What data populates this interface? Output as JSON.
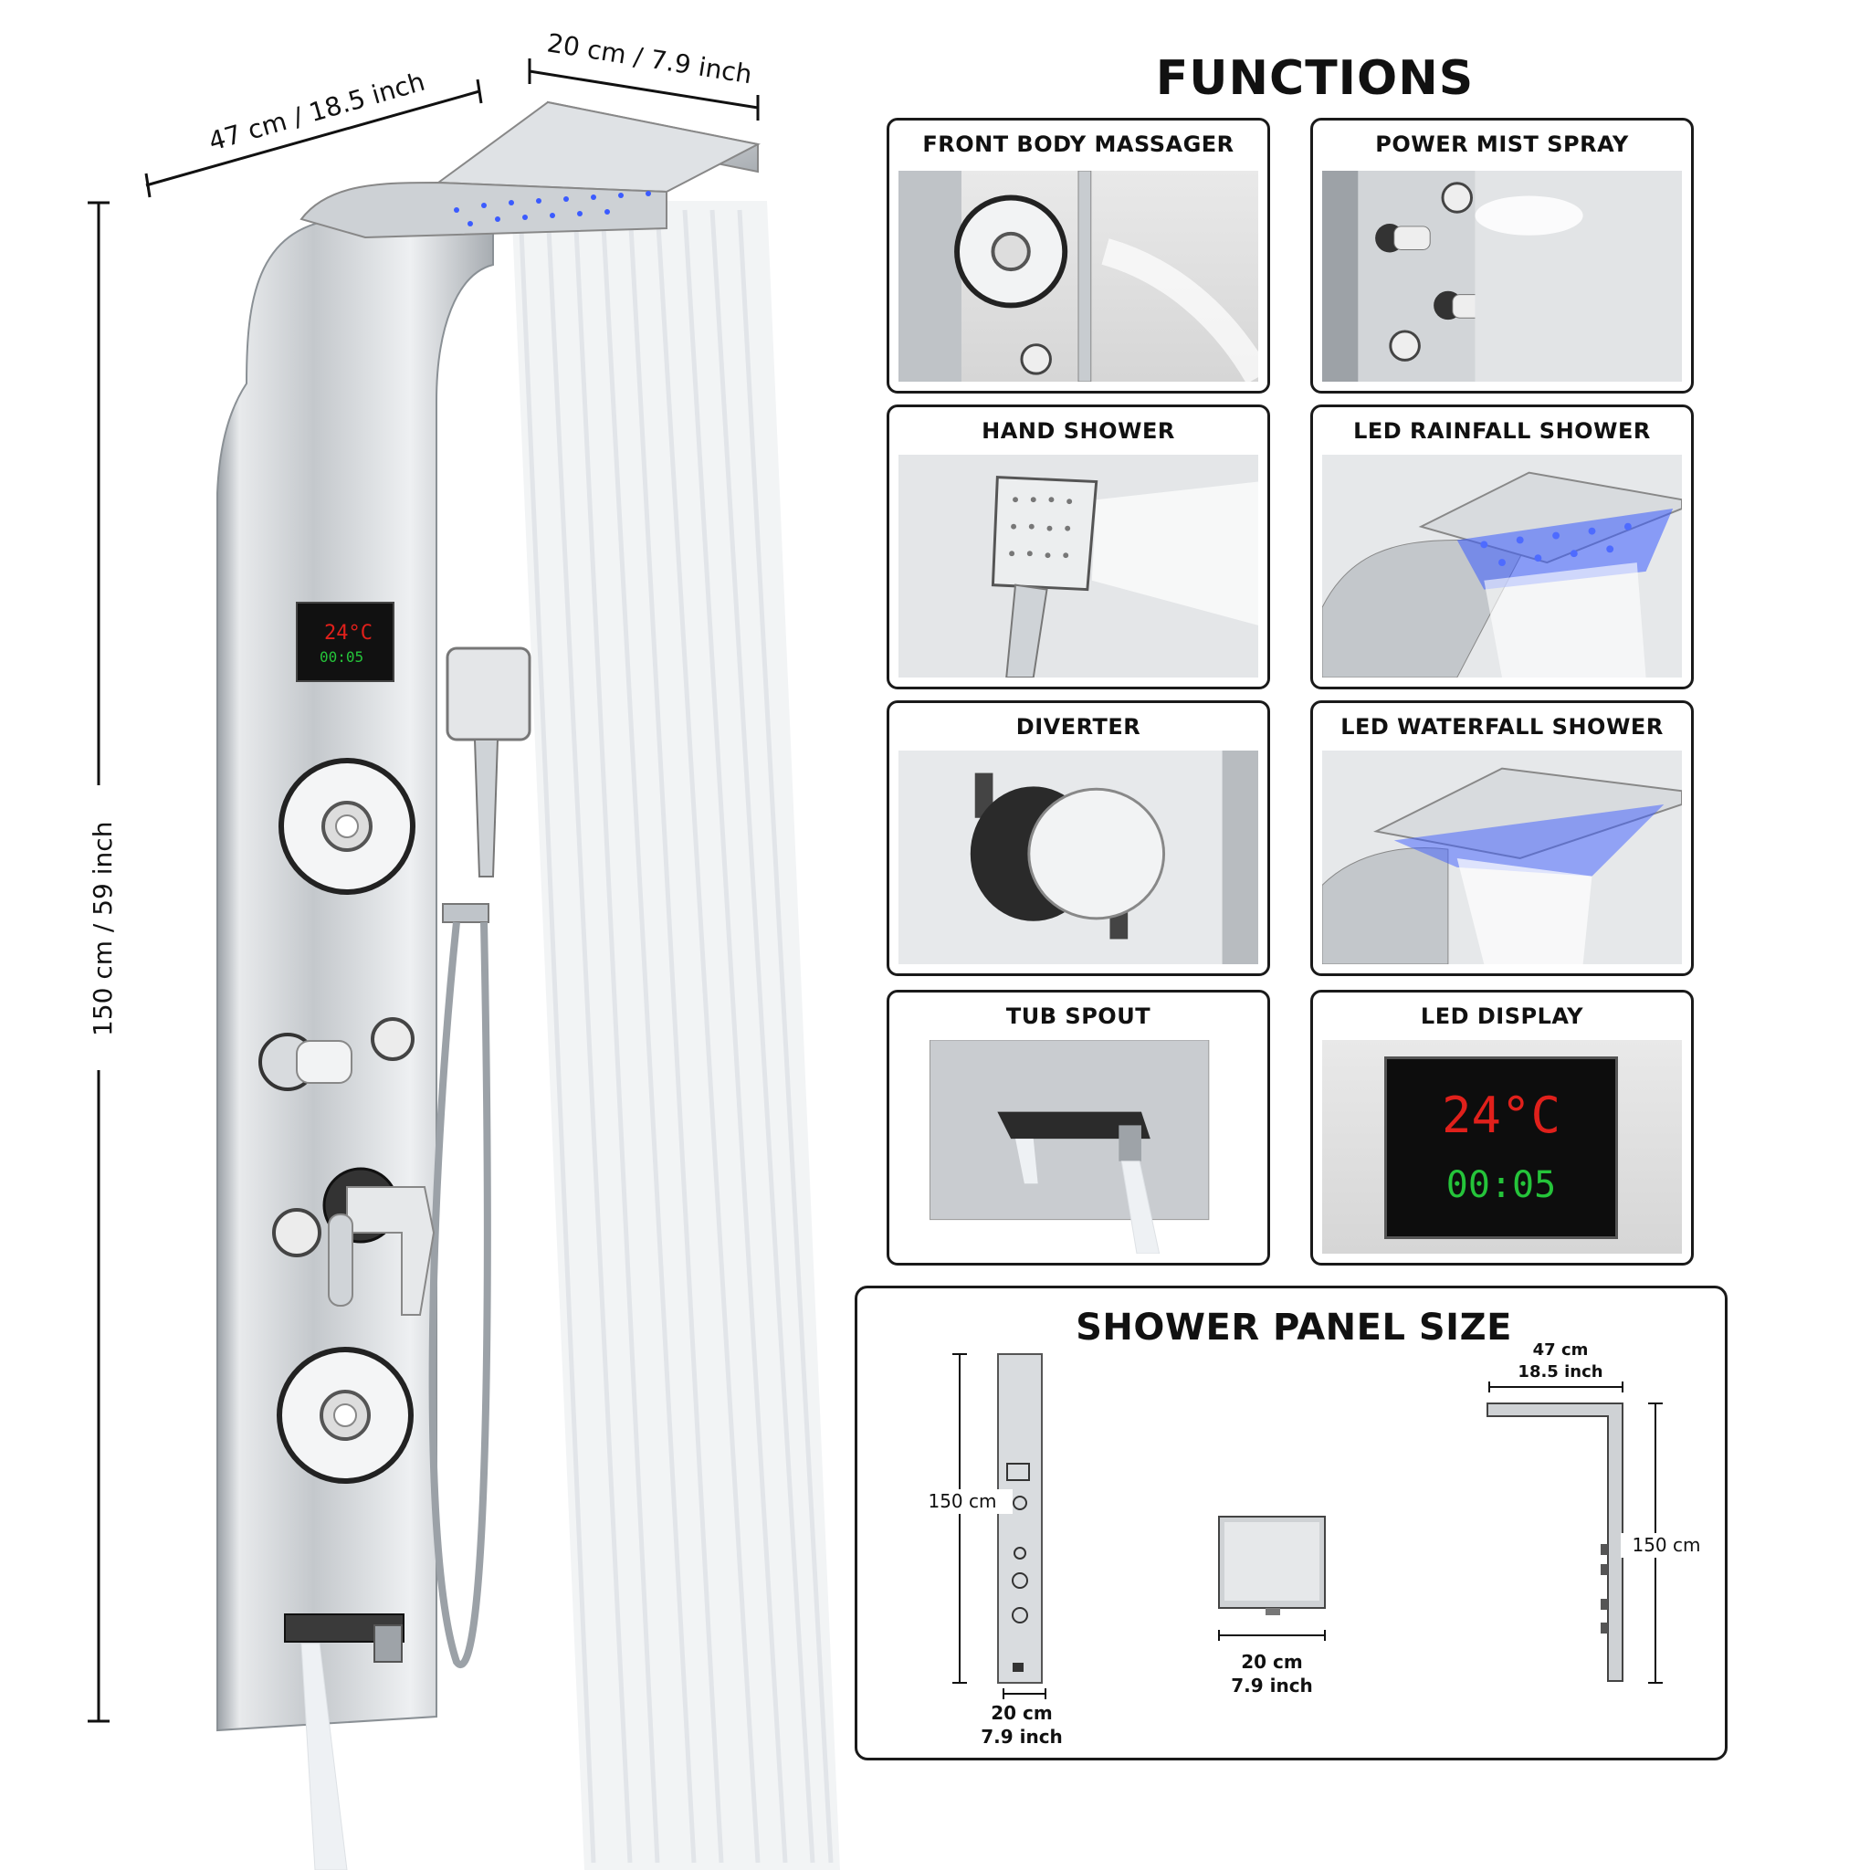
{
  "dimensions": {
    "width_top": "47 cm / 18.5 inch",
    "depth_top": "20 cm / 7.9 inch",
    "height_side": "150 cm / 59 inch"
  },
  "display": {
    "temp": "24°C",
    "time": "00:05"
  },
  "functions": {
    "title": "FUNCTIONS",
    "items": [
      {
        "label": "FRONT BODY MASSAGER"
      },
      {
        "label": "POWER MIST SPRAY"
      },
      {
        "label": "HAND SHOWER"
      },
      {
        "label": "LED RAINFALL SHOWER"
      },
      {
        "label": "DIVERTER"
      },
      {
        "label": "LED WATERFALL SHOWER"
      },
      {
        "label": "TUB SPOUT"
      },
      {
        "label": "LED DISPLAY"
      }
    ]
  },
  "led_display_detail": {
    "temp": "24°C",
    "time": "00:05"
  },
  "panel_size": {
    "title": "SHOWER PANEL SIZE",
    "front": {
      "height": "150 cm",
      "width_cm": "20 cm",
      "width_in": "7.9 inch"
    },
    "head": {
      "width_cm": "20 cm",
      "width_in": "7.9 inch"
    },
    "side": {
      "top_cm": "47 cm",
      "top_in": "18.5 inch",
      "height": "150 cm"
    }
  },
  "colors": {
    "led_red": "#e0201b",
    "led_green": "#25c43a",
    "led_blue": "#3b5bff",
    "steel": "#c9cdd2"
  }
}
